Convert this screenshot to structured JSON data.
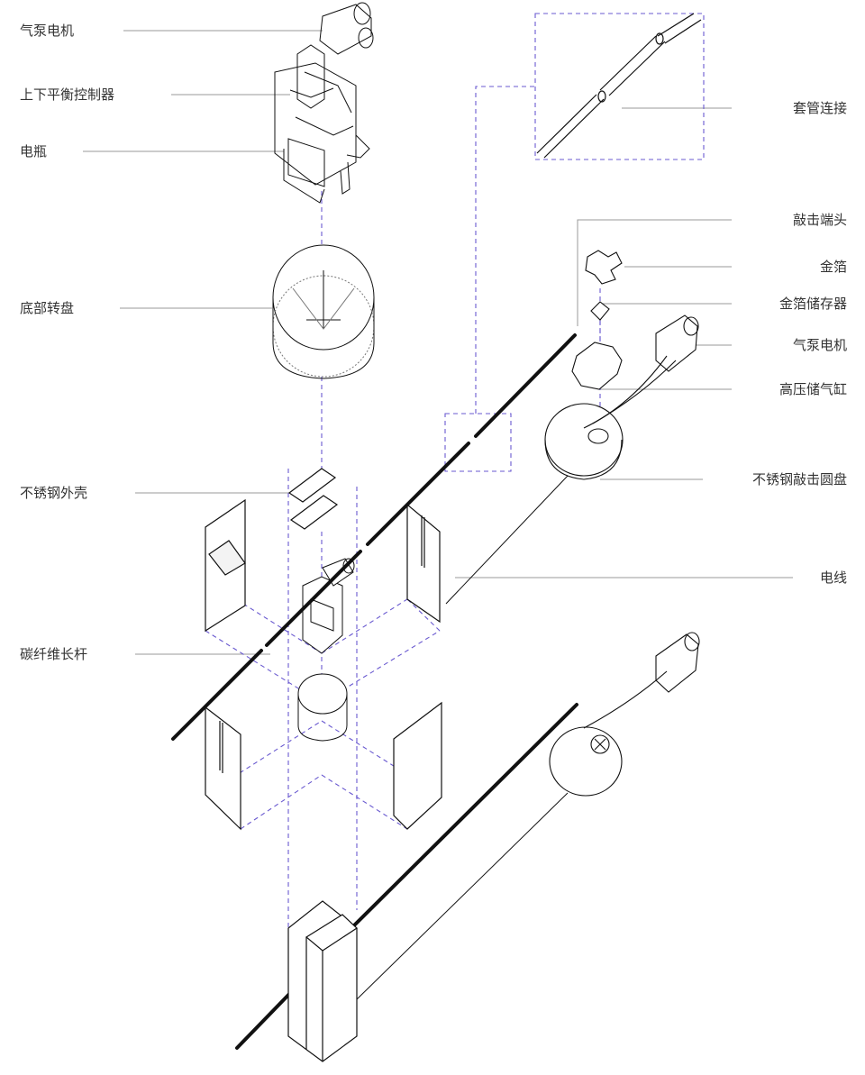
{
  "labels_left": {
    "air_pump_motor": "气泵电机",
    "balance_controller": "上下平衡控制器",
    "battery": "电瓶",
    "base_turntable": "底部转盘",
    "stainless_shell": "不锈钢外壳",
    "carbon_rod": "碳纤维长杆"
  },
  "labels_right": {
    "sleeve_connection": "套管连接",
    "strike_head": "敲击端头",
    "gold_foil": "金箔",
    "gold_foil_storage": "金箔储存器",
    "air_pump_motor": "气泵电机",
    "pressure_tank": "高压储气缸",
    "stainless_disc": "不锈钢敲击圆盘",
    "wire": "电线"
  },
  "colors": {
    "line": "#111111",
    "leader": "#9a9a9a",
    "dash": "#6a5ad0",
    "text": "#333333"
  }
}
